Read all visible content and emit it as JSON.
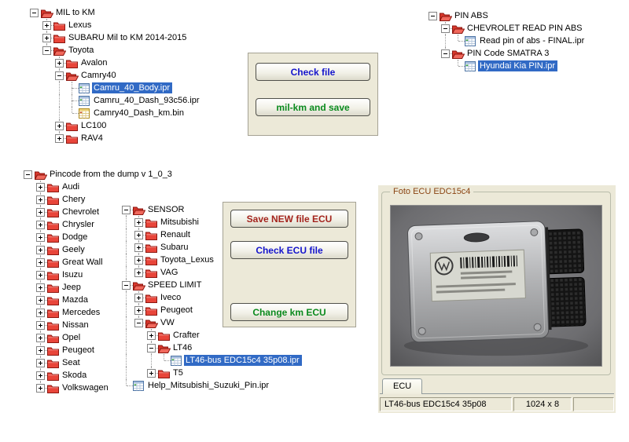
{
  "colors": {
    "selection_background": "#316ac5",
    "selection_text": "#ffffff",
    "folder_icon_red": "#e8453a",
    "panel_beige": "#ece9d8",
    "check_button_text_blue": "#1414cc",
    "save_button_text_green": "#0b8a1e",
    "ecu_save_button_text_maroon": "#a3231c",
    "groupbox_title_text": "#8b4513"
  },
  "mil_km_panel": {
    "check_file_button": "Check file",
    "mil_km_save_button": "mil-km and save"
  },
  "ecu_buttons_panel": {
    "save_new_button": "Save NEW file ECU",
    "check_ecu_button": "Check ECU file",
    "change_km_button": "Change km ECU"
  },
  "foto_panel": {
    "title": "Foto ECU EDC15c4",
    "tab_label": "ECU",
    "status_file": "LT46-bus EDC15c4 35p08",
    "status_size": "1024 x 8"
  },
  "trees": {
    "mil_to_km": [
      {
        "label": "MIL to KM",
        "icon": "folder-open",
        "exp": "minus",
        "children": [
          {
            "label": "Lexus",
            "icon": "folder",
            "exp": "plus"
          },
          {
            "label": "SUBARU Mil to KM 2014-2015",
            "icon": "folder",
            "exp": "plus"
          },
          {
            "label": "Toyota",
            "icon": "folder-open",
            "exp": "minus",
            "children": [
              {
                "label": "Avalon",
                "icon": "folder",
                "exp": "plus"
              },
              {
                "label": "Camry40",
                "icon": "folder-open",
                "exp": "minus",
                "children": [
                  {
                    "label": "Camru_40_Body.ipr",
                    "icon": "ipr",
                    "sel": true
                  },
                  {
                    "label": "Camru_40_Dash_93c56.ipr",
                    "icon": "ipr"
                  },
                  {
                    "label": "Camry40_Dash_km.bin",
                    "icon": "bin"
                  }
                ]
              },
              {
                "label": "LC100",
                "icon": "folder",
                "exp": "plus"
              },
              {
                "label": "RAV4",
                "icon": "folder",
                "exp": "plus"
              }
            ]
          }
        ]
      }
    ],
    "pin_abs": [
      {
        "label": "PIN ABS",
        "icon": "folder-open",
        "exp": "minus",
        "children": [
          {
            "label": "CHEVROLET READ PIN ABS",
            "icon": "folder-open",
            "exp": "minus",
            "children": [
              {
                "label": "Read pin of abs - FINAL.ipr",
                "icon": "ipr"
              }
            ]
          },
          {
            "label": "PIN Code SMATRA 3",
            "icon": "folder-open",
            "exp": "minus",
            "children": [
              {
                "label": "Hyundai Kia PIN.ipr",
                "icon": "ipr",
                "sel": true
              }
            ]
          }
        ]
      }
    ],
    "pincode_dump": [
      {
        "label": "Pincode from the dump v 1_0_3",
        "icon": "folder-open",
        "exp": "minus",
        "children": [
          {
            "label": "Audi",
            "icon": "folder",
            "exp": "plus"
          },
          {
            "label": "Chery",
            "icon": "folder",
            "exp": "plus"
          },
          {
            "label": "Chevrolet",
            "icon": "folder",
            "exp": "plus"
          },
          {
            "label": "Chrysler",
            "icon": "folder",
            "exp": "plus"
          },
          {
            "label": "Dodge",
            "icon": "folder",
            "exp": "plus"
          },
          {
            "label": "Geely",
            "icon": "folder",
            "exp": "plus"
          },
          {
            "label": "Great Wall",
            "icon": "folder",
            "exp": "plus"
          },
          {
            "label": "Isuzu",
            "icon": "folder",
            "exp": "plus"
          },
          {
            "label": "Jeep",
            "icon": "folder",
            "exp": "plus"
          },
          {
            "label": "Mazda",
            "icon": "folder",
            "exp": "plus"
          },
          {
            "label": "Mercedes",
            "icon": "folder",
            "exp": "plus"
          },
          {
            "label": "Nissan",
            "icon": "folder",
            "exp": "plus"
          },
          {
            "label": "Opel",
            "icon": "folder",
            "exp": "plus"
          },
          {
            "label": "Peugeot",
            "icon": "folder",
            "exp": "plus"
          },
          {
            "label": "Seat",
            "icon": "folder",
            "exp": "plus"
          },
          {
            "label": "Skoda",
            "icon": "folder",
            "exp": "plus"
          },
          {
            "label": "Volkswagen",
            "icon": "folder",
            "exp": "plus"
          }
        ]
      }
    ],
    "ecu_files": [
      {
        "label": "SENSOR",
        "icon": "folder-open",
        "exp": "minus",
        "children": [
          {
            "label": "Mitsubishi",
            "icon": "folder",
            "exp": "plus"
          },
          {
            "label": "Renault",
            "icon": "folder",
            "exp": "plus"
          },
          {
            "label": "Subaru",
            "icon": "folder",
            "exp": "plus"
          },
          {
            "label": "Toyota_Lexus",
            "icon": "folder",
            "exp": "plus"
          },
          {
            "label": "VAG",
            "icon": "folder",
            "exp": "plus"
          }
        ]
      },
      {
        "label": "SPEED LIMIT",
        "icon": "folder-open",
        "exp": "minus",
        "children": [
          {
            "label": "Iveco",
            "icon": "folder",
            "exp": "plus"
          },
          {
            "label": "Peugeot",
            "icon": "folder",
            "exp": "plus"
          },
          {
            "label": "VW",
            "icon": "folder-open",
            "exp": "minus",
            "children": [
              {
                "label": "Crafter",
                "icon": "folder",
                "exp": "plus"
              },
              {
                "label": "LT46",
                "icon": "folder-open",
                "exp": "minus",
                "children": [
                  {
                    "label": "LT46-bus EDC15c4 35p08.ipr",
                    "icon": "ipr",
                    "sel": true
                  }
                ]
              },
              {
                "label": "T5",
                "icon": "folder",
                "exp": "plus"
              }
            ]
          }
        ]
      },
      {
        "label": "Help_Mitsubishi_Suzuki_Pin.ipr",
        "icon": "ipr"
      }
    ]
  }
}
